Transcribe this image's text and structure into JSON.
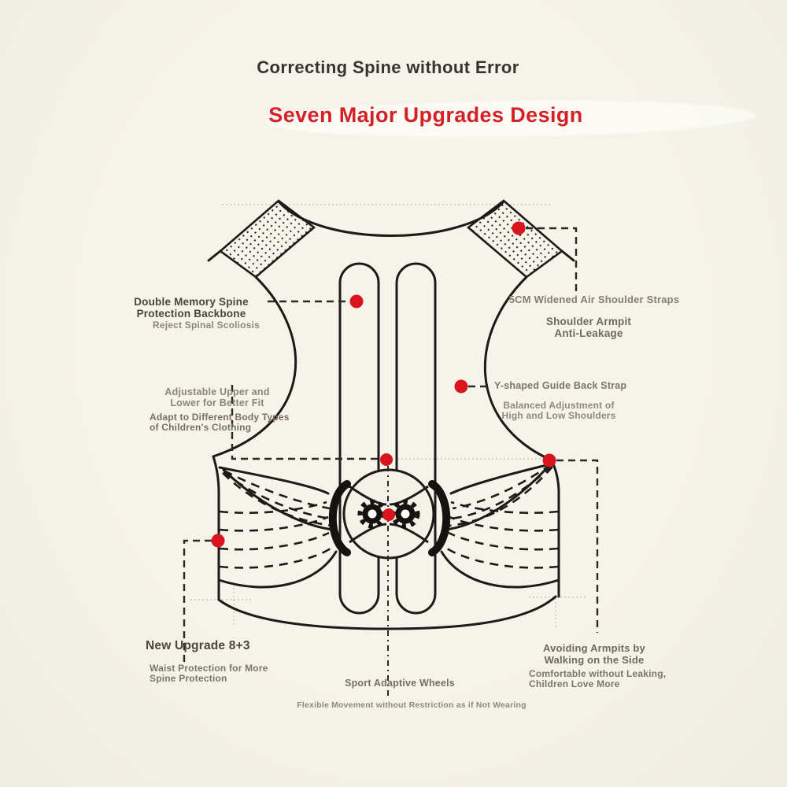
{
  "title": "Correcting Spine without Error",
  "subtitle": "Seven Major Upgrades Design",
  "colors": {
    "accent_red": "#d32127",
    "marker_red": "#d8141d",
    "line_black": "#1c1b18",
    "background_cream": "#f4f1e9"
  },
  "callouts": {
    "backbone": {
      "heading": "Double Memory Spine\nProtection Backbone",
      "sub": "Reject Spinal Scoliosis"
    },
    "shoulder_straps": {
      "heading": "5CM Widened Air Shoulder Straps",
      "sub": "Shoulder Armpit\nAnti-Leakage"
    },
    "back_strap": {
      "heading": "Y-shaped Guide Back Strap",
      "sub": "Balanced Adjustment of\nHigh and Low Shoulders"
    },
    "adjustable": {
      "heading": "Adjustable Upper and\nLower for Better Fit",
      "sub": "Adapt to Different Body Types\nof Children's Clothing"
    },
    "waist": {
      "heading": "New Upgrade 8+3",
      "sub": "Waist Protection for More\nSpine Protection"
    },
    "wheels": {
      "heading": "Sport Adaptive Wheels",
      "sub": "Flexible Movement without Restriction as if Not Wearing"
    },
    "armpits": {
      "heading": "Avoiding Armpits by\nWalking on the Side",
      "sub": "Comfortable without Leaking,\nChildren Love More"
    }
  }
}
